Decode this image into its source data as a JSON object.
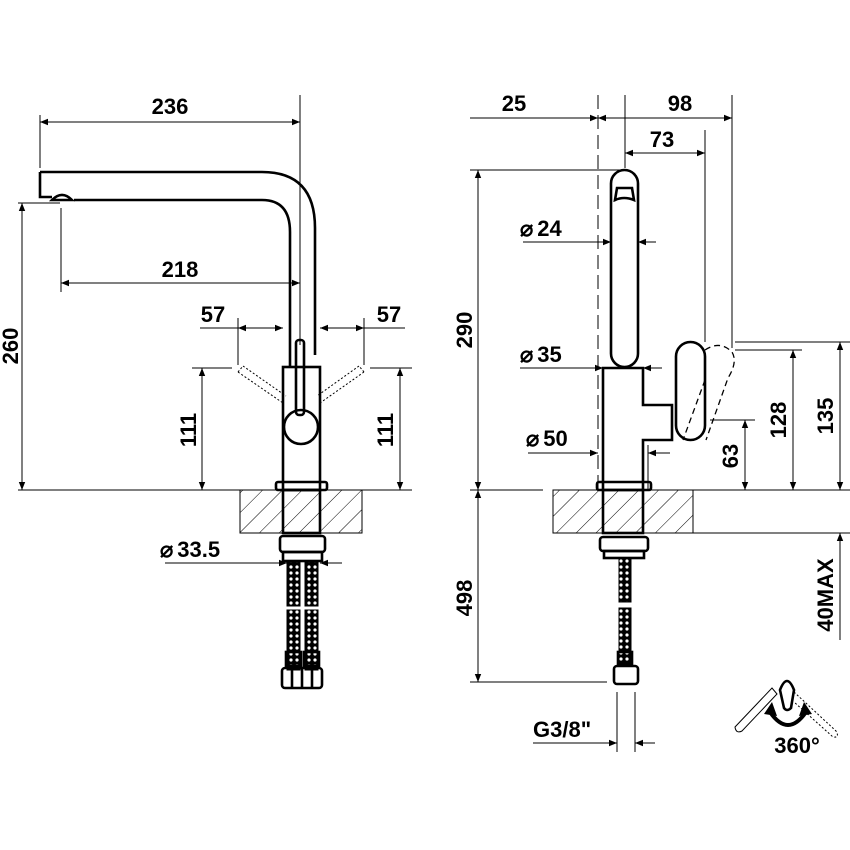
{
  "side_view": {
    "dims": {
      "total_reach": "236",
      "spout_reach": "218",
      "lever_left": "57",
      "lever_right": "57",
      "total_height": "260",
      "lever_height_left": "111",
      "lever_height_right": "111",
      "hose_diameter": "33.5"
    }
  },
  "front_view": {
    "dims": {
      "offset": "25",
      "depth": "98",
      "handle_depth": "73",
      "spout_diameter": "24",
      "body_diameter": "35",
      "base_diameter": "50",
      "total_height": "290",
      "handle_low": "63",
      "handle_mid": "128",
      "handle_top": "135",
      "hose_length": "498",
      "counter_thickness": "40MAX",
      "connection": "G3/8\""
    }
  },
  "rotation": {
    "label": "360°"
  },
  "symbols": {
    "diameter": "⌀"
  }
}
